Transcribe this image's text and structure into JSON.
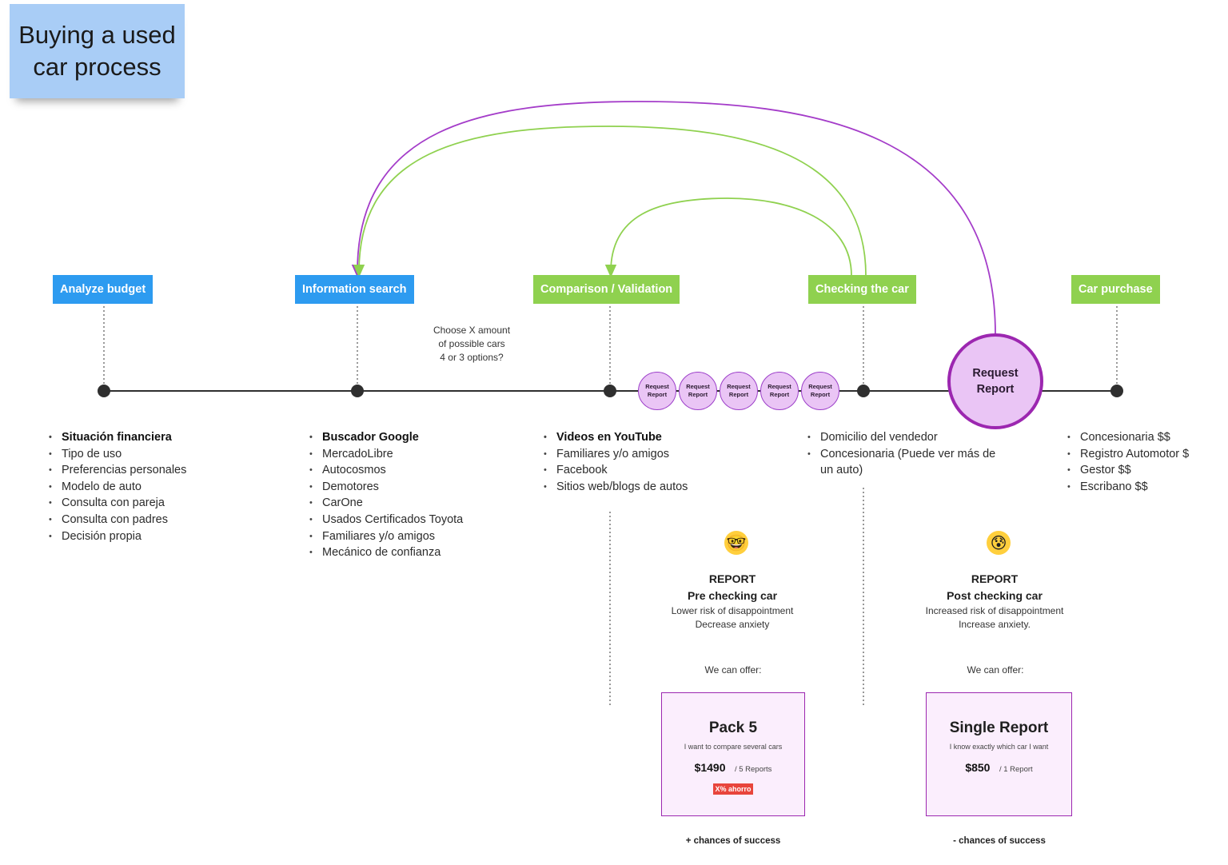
{
  "title": "Buying a used car process",
  "stages": [
    {
      "label": "Analyze budget",
      "color": "#2d9bf0"
    },
    {
      "label": "Information search",
      "color": "#2d9bf0"
    },
    {
      "label": "Comparison / Validation",
      "color": "#8fd14f"
    },
    {
      "label": "Checking the car",
      "color": "#8fd14f"
    },
    {
      "label": "Car purchase",
      "color": "#8fd14f"
    }
  ],
  "note": [
    "Choose X amount",
    "of possible cars",
    "4 or 3 options?"
  ],
  "lists": {
    "analyze": [
      "Situación financiera",
      "Tipo de uso",
      "Preferencias personales",
      "Modelo de auto",
      "Consulta con pareja",
      "Consulta con padres",
      "Decisión propia"
    ],
    "search": [
      "Buscador Google",
      "MercadoLibre",
      "Autocosmos",
      "Demotores",
      "CarOne",
      "Usados Certificados Toyota",
      "Familiares y/o amigos",
      "Mecánico de confianza"
    ],
    "comparison": [
      "Videos en YouTube",
      "Familiares y/o amigos",
      "Facebook",
      "Sitios web/blogs de autos"
    ],
    "checking": [
      "Domicilio del vendedor",
      "Concesionaria (Puede ver más de un auto)"
    ],
    "purchase": [
      "Concesionaria $$",
      "Registro Automotor $",
      "Gestor $$",
      "Escribano $$"
    ]
  },
  "request_report_small": [
    "Request",
    "Report"
  ],
  "request_report_big": "Request Report",
  "reports": {
    "pre": {
      "emoji": "nerd-face-icon",
      "heading": "REPORT",
      "subheading": "Pre checking car",
      "desc": [
        "Lower risk of disappointment",
        "Decrease anxiety"
      ],
      "offer": "We can offer:",
      "card": {
        "title": "Pack 5",
        "sub": "I want to compare several cars",
        "price": "$1490",
        "unit": "/ 5 Reports",
        "badge": "X% ahorro"
      },
      "chance": "+ chances of success"
    },
    "post": {
      "emoji": "anxious-face-icon",
      "heading": "REPORT",
      "subheading": "Post checking car",
      "desc": [
        "Increased risk of disappointment",
        "Increase anxiety."
      ],
      "offer": "We can offer:",
      "card": {
        "title": "Single Report",
        "sub": "I know exactly which car I want",
        "price": "$850",
        "unit": "/ 1 Report"
      },
      "chance": "- chances of success"
    }
  },
  "colors": {
    "timeline": "#2f2f2f",
    "purple": "#a43cc9",
    "green": "#8fd14f",
    "blue": "#2d9bf0"
  }
}
